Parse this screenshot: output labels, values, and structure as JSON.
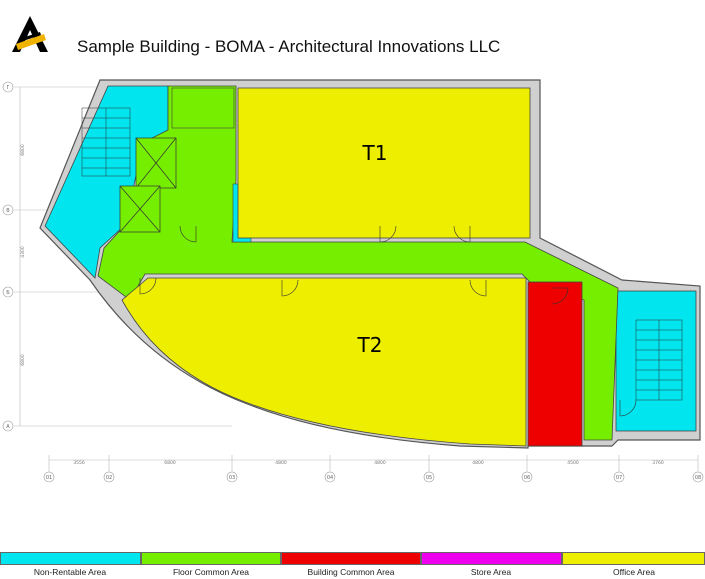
{
  "title": "Sample Building - BOMA - Architectural Innovations LLC",
  "rooms": [
    {
      "label": "T1",
      "category": "Office Area"
    },
    {
      "label": "T2",
      "category": "Office Area"
    }
  ],
  "row_axes": [
    "Г",
    "В",
    "Б",
    "А"
  ],
  "row_dims": [
    "6800",
    "4300",
    "6800"
  ],
  "column_axes": [
    "01",
    "02",
    "03",
    "04",
    "05",
    "06",
    "07",
    "08"
  ],
  "column_dims": [
    "3556",
    "6800",
    "4800",
    "4800",
    "4800",
    "4500",
    "3760"
  ],
  "legend": [
    {
      "label": "Non-Rentable Area",
      "color": "#00e5ee"
    },
    {
      "label": "Floor Common Area",
      "color": "#76ee00"
    },
    {
      "label": "Building Common Area",
      "color": "#ee0000"
    },
    {
      "label": "Store Area",
      "color": "#ee00ee"
    },
    {
      "label": "Office Area",
      "color": "#eeee00"
    }
  ]
}
